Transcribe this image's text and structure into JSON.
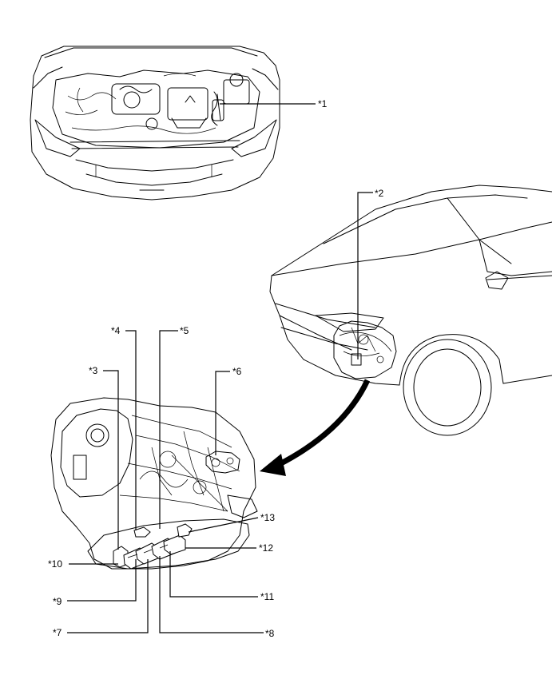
{
  "labels": {
    "c1": "*1",
    "c2": "*2",
    "c3": "*3",
    "c4": "*4",
    "c5": "*5",
    "c6": "*6",
    "c7": "*7",
    "c8": "*8",
    "c9": "*9",
    "c10": "*10",
    "c11": "*11",
    "c12": "*12",
    "c13": "*13"
  }
}
